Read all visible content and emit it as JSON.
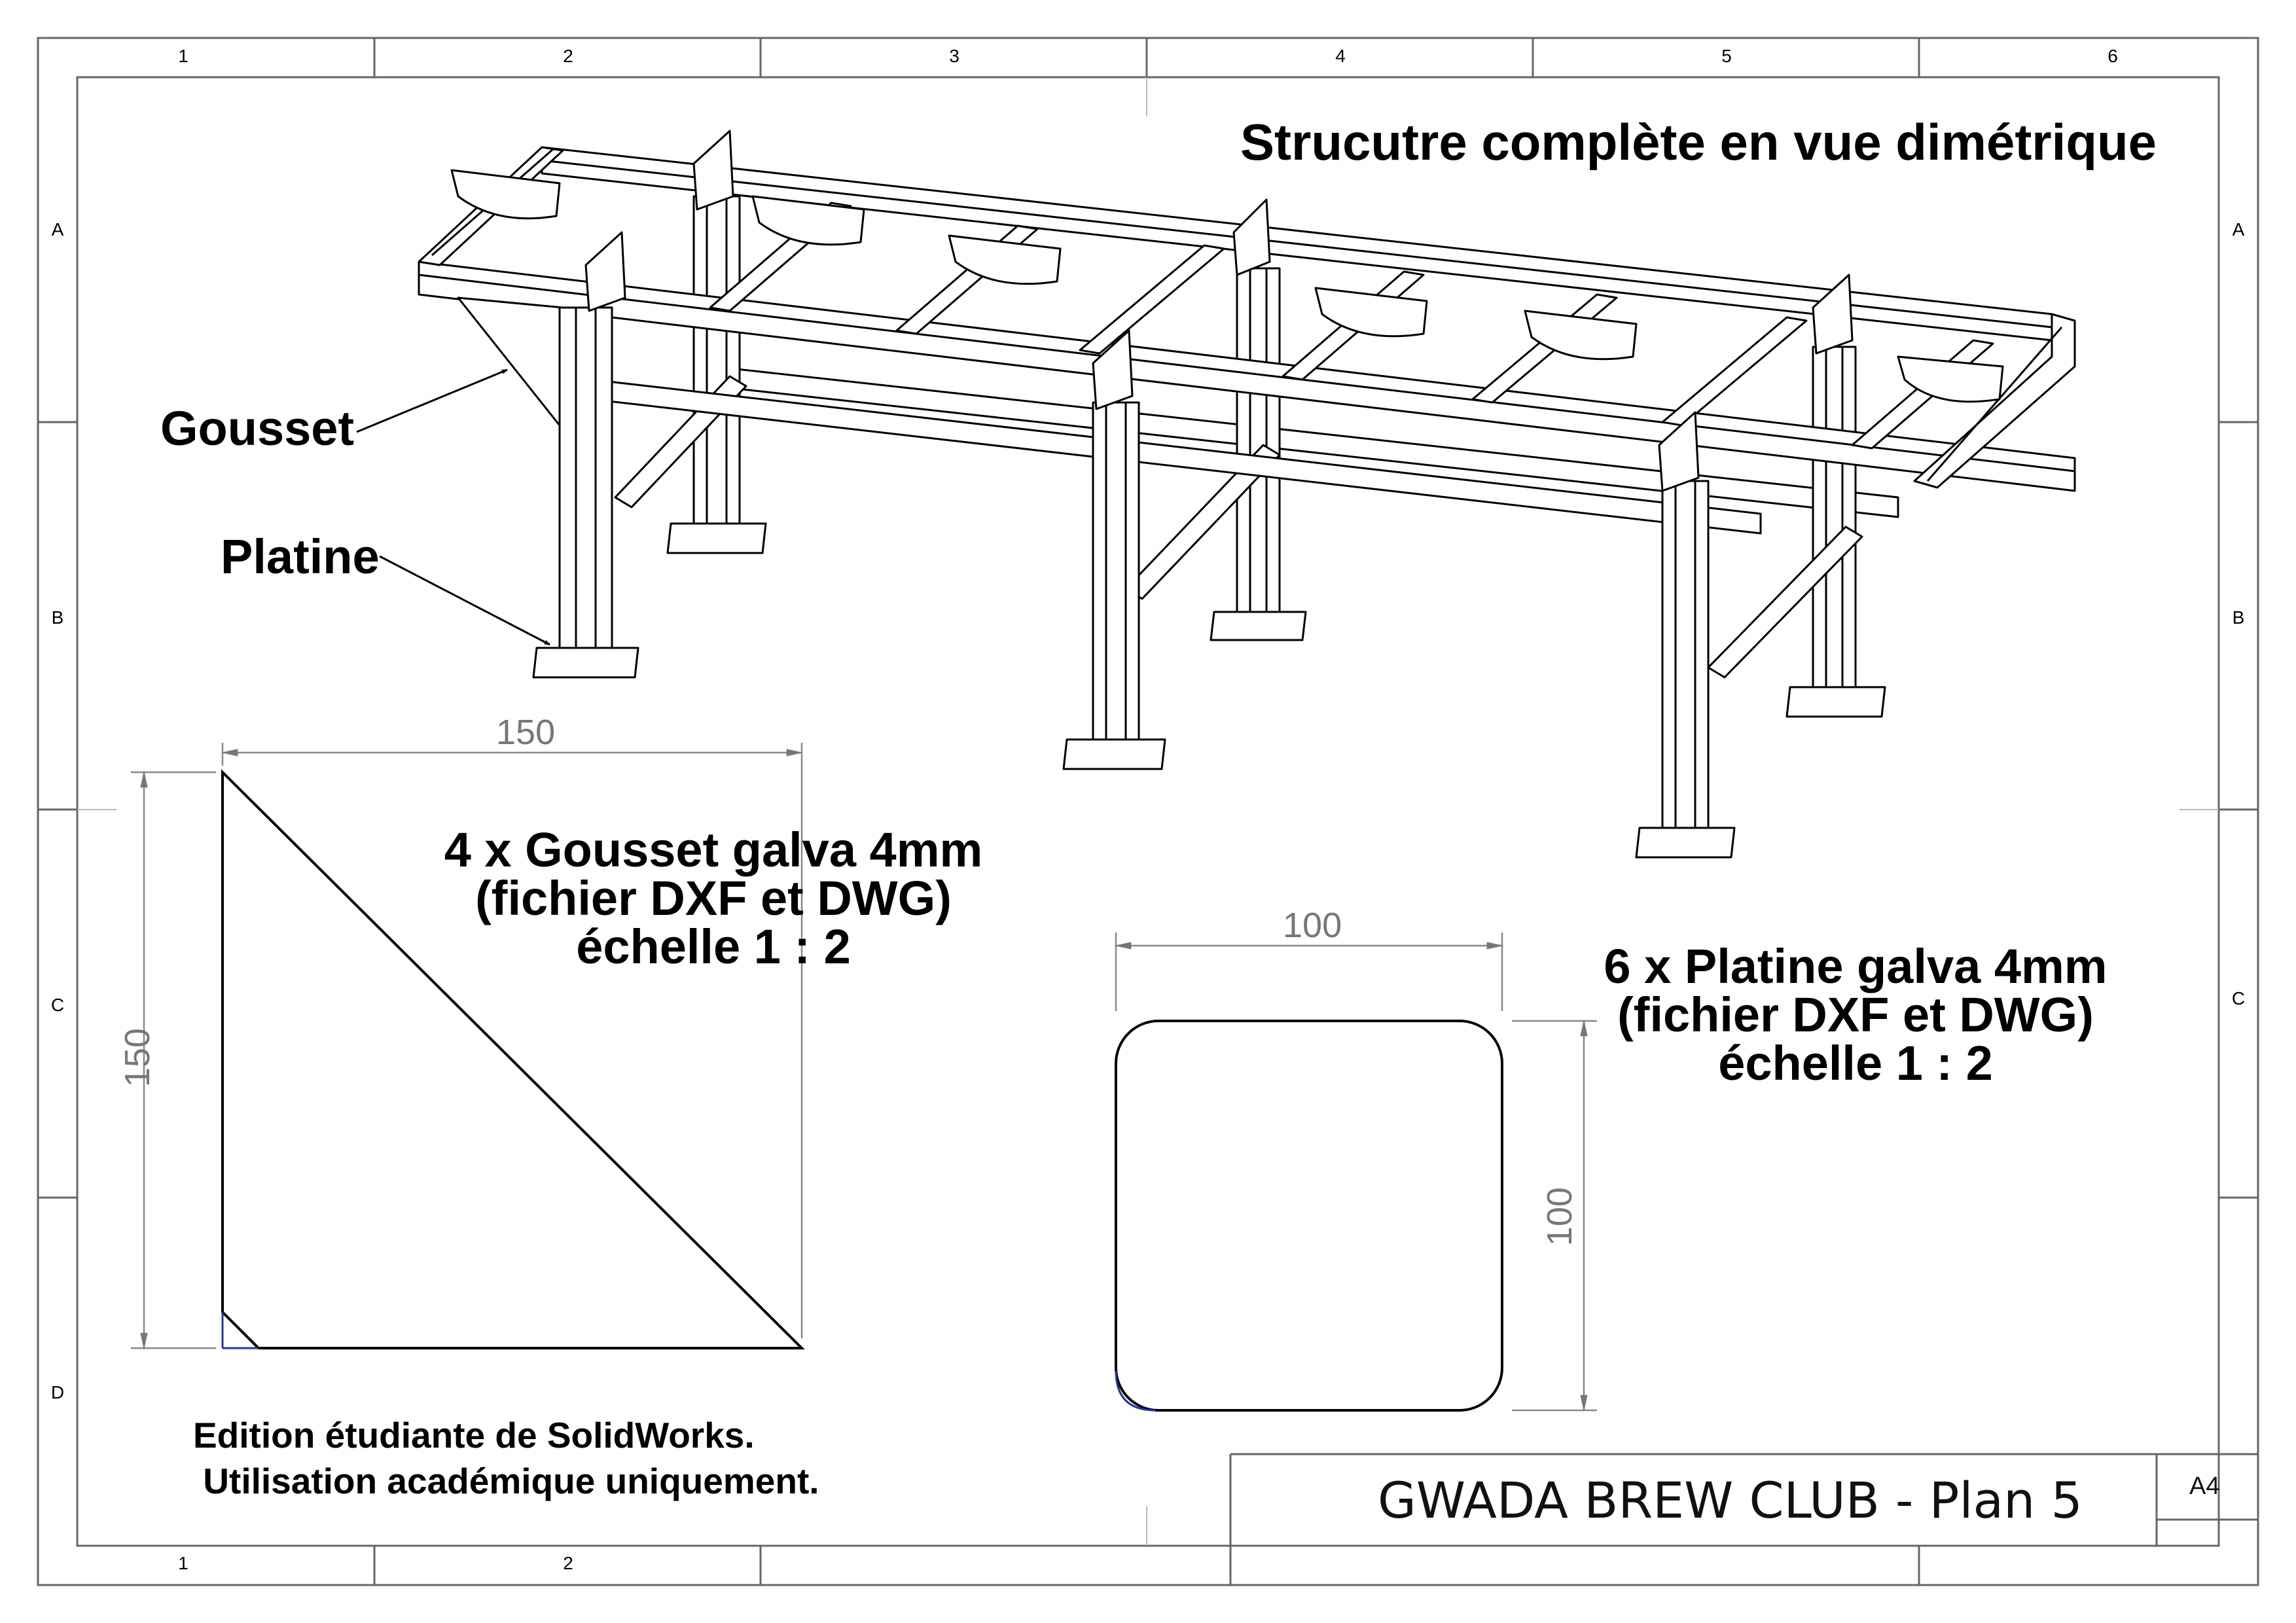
{
  "drawing": {
    "view_title": "Strucutre complète en vue dimétrique",
    "callouts": {
      "gusset": "Gousset",
      "plate": "Platine"
    },
    "gusset_part": {
      "line1": "4 x Gousset galva 4mm",
      "line2": "(fichier DXF et DWG)",
      "line3": "échelle 1 : 2",
      "dim_width": "150",
      "dim_height": "150"
    },
    "plate_part": {
      "line1": "6 x Platine galva 4mm",
      "line2": "(fichier DXF et DWG)",
      "line3": "échelle 1 : 2",
      "dim_width": "100",
      "dim_height": "100"
    },
    "edu_notice": {
      "line1": "Edition étudiante de SolidWorks.",
      "line2": " Utilisation académique uniquement."
    }
  },
  "frame": {
    "zones_top": [
      "1",
      "2",
      "3",
      "4",
      "5",
      "6"
    ],
    "zones_bottom": [
      "1",
      "2"
    ],
    "rows": [
      "A",
      "B",
      "C",
      "D"
    ]
  },
  "title_block": {
    "title": "GWADA BREW CLUB - Plan 5",
    "sheet_size": "A4"
  }
}
